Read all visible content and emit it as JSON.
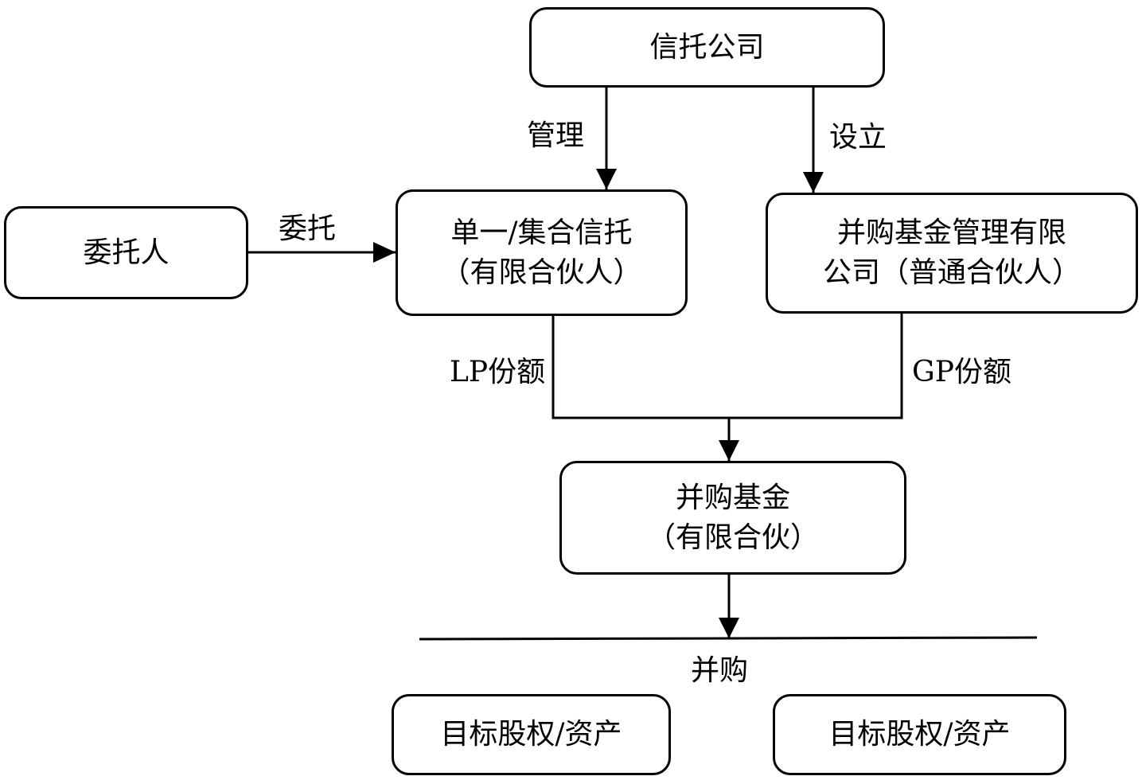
{
  "nodes": {
    "trust_company": {
      "label": "信托公司"
    },
    "settlor": {
      "label": "委托人"
    },
    "single_collective_trust": {
      "line1": "单一/集合信托",
      "line2": "（有限合伙人）"
    },
    "fund_manager": {
      "line1": "并购基金管理有限",
      "line2": "公司（普通合伙人）"
    },
    "ma_fund": {
      "line1": "并购基金",
      "line2": "（有限合伙）"
    },
    "target_left": {
      "label": "目标股权/资产"
    },
    "target_right": {
      "label": "目标股权/资产"
    }
  },
  "edge_labels": {
    "manage": "管理",
    "establish": "设立",
    "entrust": "委托",
    "lp_share": "LP份额",
    "gp_share": "GP份额",
    "acquisition": "并购"
  }
}
